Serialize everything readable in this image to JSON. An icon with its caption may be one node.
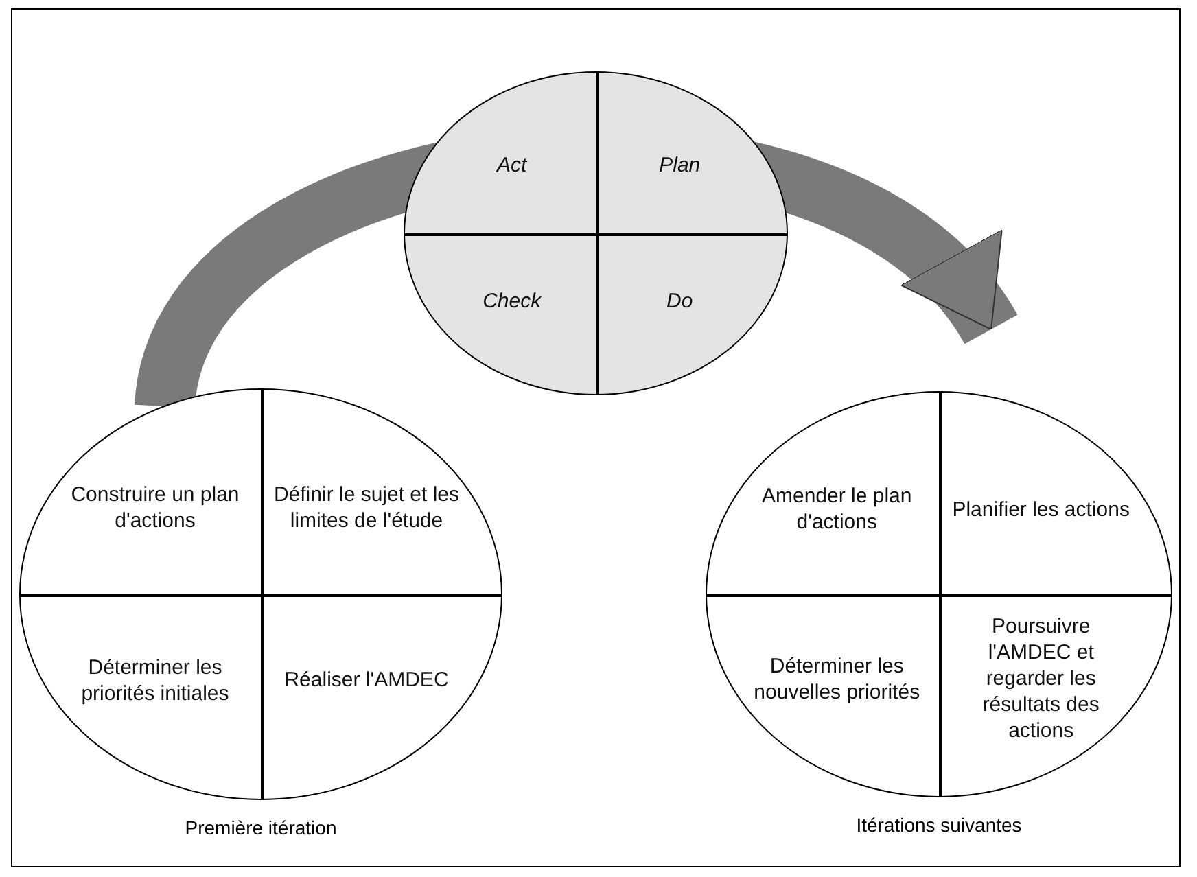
{
  "diagram": {
    "nodes": [
      {
        "text": [],
        "shape": "circle"
      },
      {
        "text": [
          "Act"
        ],
        "in": 0
      },
      {
        "text": [
          "Plan"
        ],
        "in": 0
      },
      {
        "text": [
          "Check"
        ],
        "in": 0
      },
      {
        "text": [
          "Do"
        ],
        "in": 0
      },
      {
        "text": [],
        "shape": "circle",
        "beside": [
          "Première itération"
        ]
      },
      {
        "text": [
          "Construire un plan d'actions"
        ],
        "in": 5
      },
      {
        "text": [
          "Définir le sujet et les limites de l'étude"
        ],
        "in": 5
      },
      {
        "text": [
          "Déterminer les priorités initiales"
        ],
        "in": 5
      },
      {
        "text": [
          "Réaliser l'AMDEC"
        ],
        "in": 5
      },
      {
        "text": [],
        "shape": "circle",
        "beside": [
          "Itérations suivantes"
        ]
      },
      {
        "text": [
          "Amender le plan d'actions"
        ],
        "in": 10
      },
      {
        "text": [
          "Planifier les actions"
        ],
        "in": 10
      },
      {
        "text": [
          "Déterminer les nouvelles priorités"
        ],
        "in": 10
      },
      {
        "text": [
          "Poursuivre l'AMDEC et regarder les résultats des actions"
        ],
        "in": 10
      }
    ],
    "edges": [
      {
        "from": 5,
        "to": 10,
        "arrow": "to"
      }
    ]
  }
}
